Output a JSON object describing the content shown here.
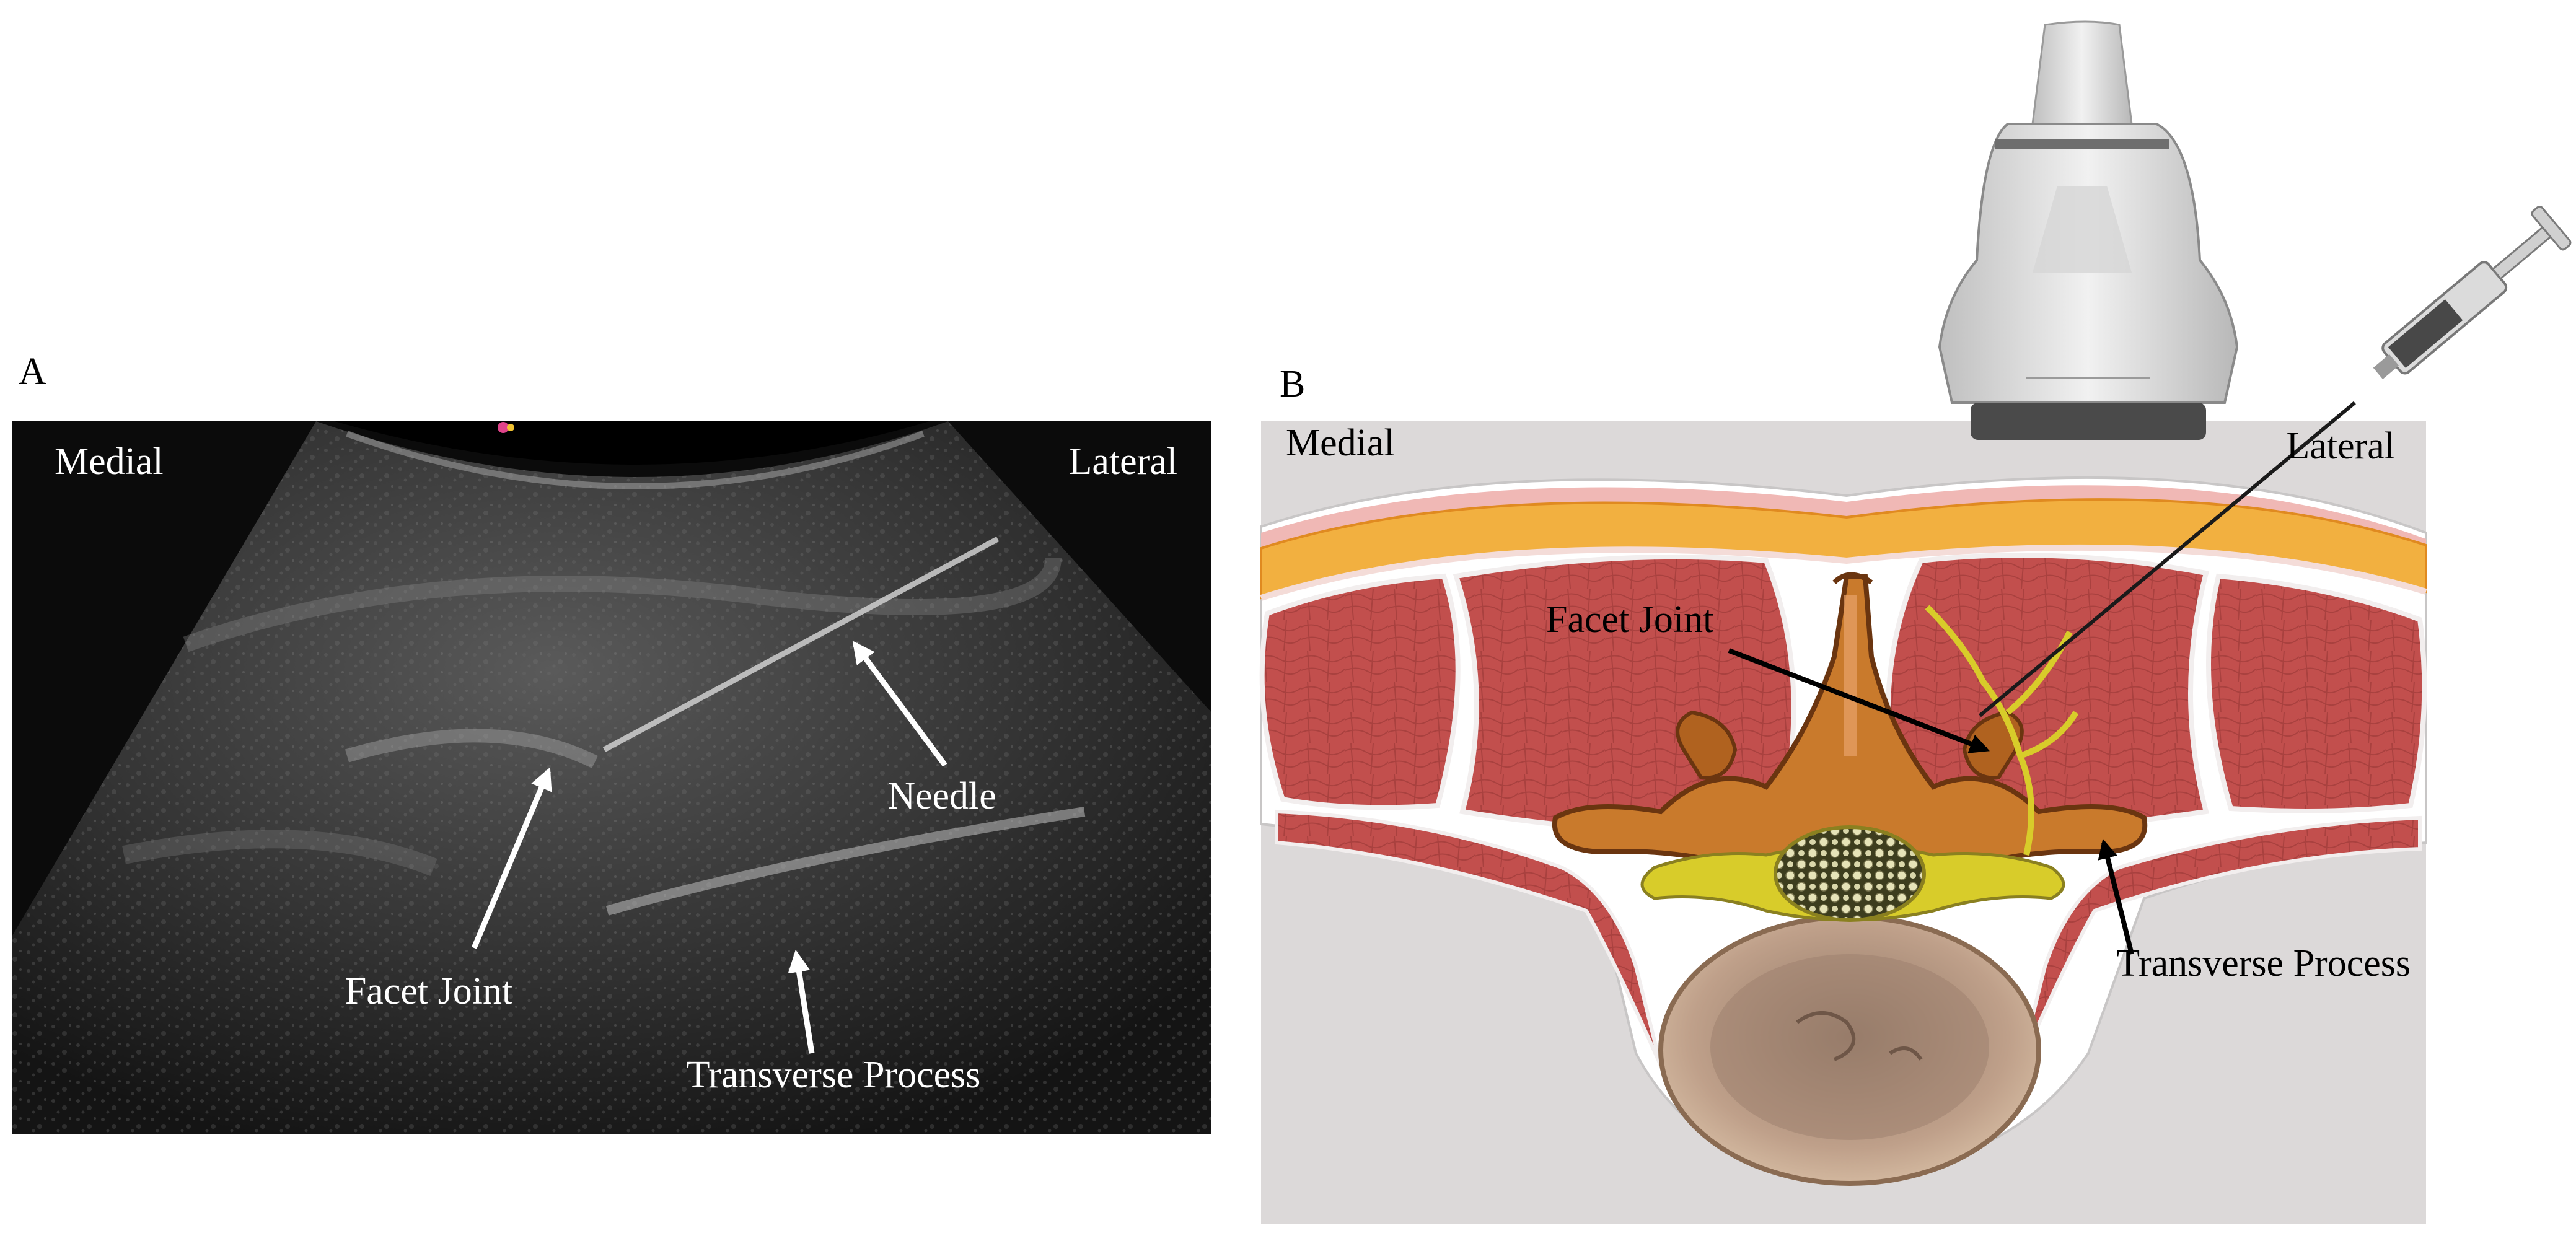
{
  "panel_a": {
    "letter": "A",
    "labels": {
      "medial": "Medial",
      "lateral": "Lateral",
      "needle": "Needle",
      "facet_joint": "Facet Joint",
      "transverse_process": "Transverse Process"
    }
  },
  "panel_b": {
    "letter": "B",
    "labels": {
      "medial": "Medial",
      "lateral": "Lateral",
      "facet_joint": "Facet Joint",
      "transverse_process": "Transverse Process"
    }
  },
  "colors": {
    "ultrasound_bg": "#0b0b0b",
    "skin_fat": "#f2b040",
    "muscle": "#c8504e",
    "bone": "#c97a2c",
    "nerve": "#d8cc2a",
    "vertebral_body": "#b89a84",
    "panel_b_bg": "#dcd9d9"
  }
}
